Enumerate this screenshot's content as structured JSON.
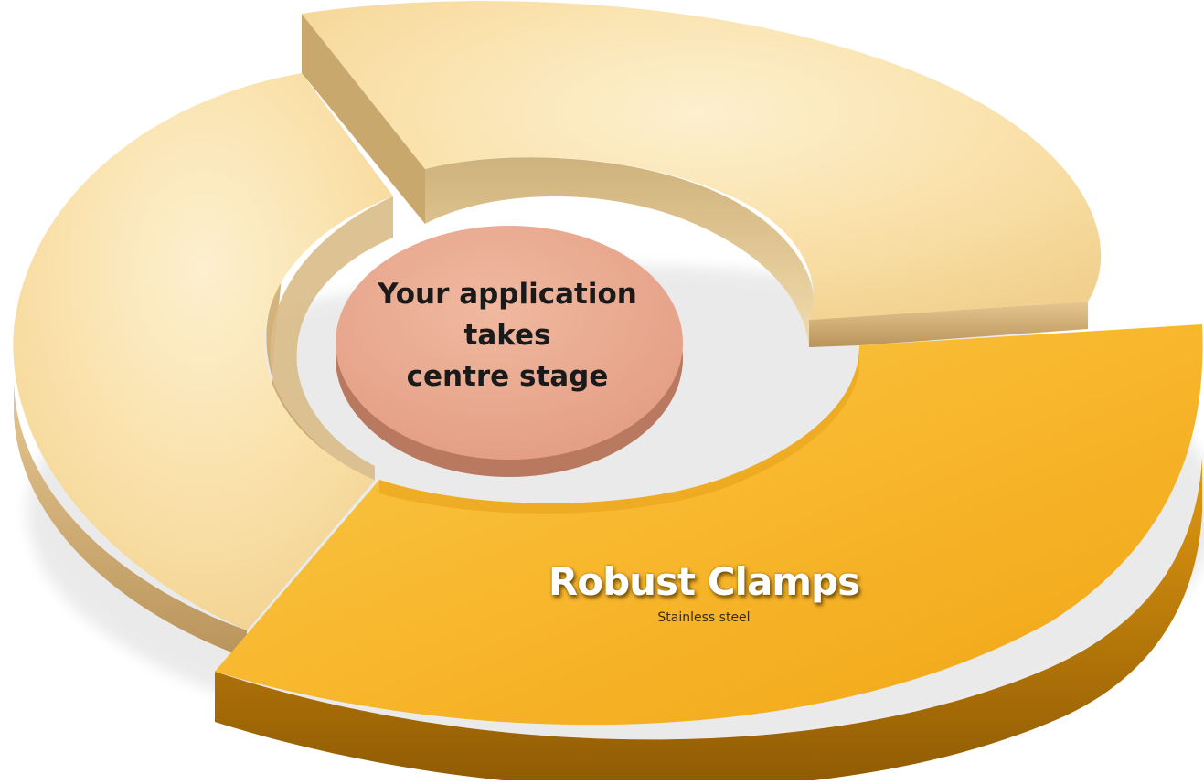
{
  "center": {
    "line1": "Your application",
    "line2": "takes",
    "line3": "centre stage"
  },
  "highlighted_segment": {
    "title": "Robust Clamps",
    "subtitle": "Stainless steel"
  },
  "colors": {
    "segment_light": "#f9dea3",
    "segment_light_side": "#d6b47a",
    "segment_highlight": "#f7b42a",
    "segment_highlight_side": "#b57808",
    "center_disc": "#e8a58c",
    "center_disc_side": "#c7826a"
  }
}
